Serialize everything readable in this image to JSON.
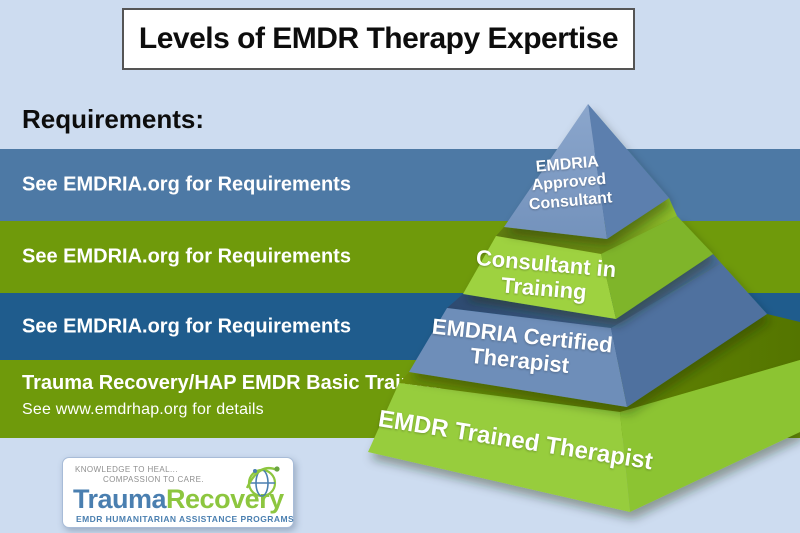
{
  "title": "Levels of EMDR Therapy Expertise",
  "requirements_heading": "Requirements:",
  "bars": [
    {
      "text": "See EMDRIA.org for Requirements",
      "color": "#4d79a5"
    },
    {
      "text": "See EMDRIA.org for Requirements",
      "color": "#6f9a0b"
    },
    {
      "text": "See EMDRIA.org for Requirements",
      "color": "#1f5c8d"
    },
    {
      "text": "Trauma Recovery/HAP EMDR Basic Training",
      "subtext": "See www.emdrhap.org for details",
      "color": "#6f9a0b"
    }
  ],
  "pyramid": {
    "levels": [
      {
        "name": "EMDRIA Approved Consultant",
        "lines": [
          "EMDRIA",
          "Approved",
          "Consultant"
        ],
        "front": "#7e9bc4",
        "side": "#5c7fae"
      },
      {
        "name": "Consultant in Training",
        "lines": [
          "Consultant in",
          "Training"
        ],
        "front": "#9ed23f",
        "side": "#7fb52a"
      },
      {
        "name": "EMDRIA Certified Therapist",
        "lines": [
          "EMDRIA Certified",
          "Therapist"
        ],
        "front": "#6e8eb9",
        "side": "#4f719f"
      },
      {
        "name": "EMDR Trained Therapist",
        "lines": [
          "EMDR Trained Therapist"
        ],
        "front": "#97cd3c",
        "side": "#8cc431"
      }
    ]
  },
  "logo": {
    "tagline_line1": "KNOWLEDGE TO HEAL...",
    "tagline_line2": "COMPASSION TO CARE.",
    "name_part1": "Trauma",
    "name_part2": "Recovery",
    "subtitle": "EMDR HUMANITARIAN ASSISTANCE PROGRAMS"
  },
  "colors": {
    "background": "#cddcf0",
    "bar_blue": "#4d79a5",
    "bar_green": "#6f9a0b",
    "bar_dark_blue": "#1f5c8d",
    "band_olive": "#5e7b10",
    "band_navy": "#2d4a70",
    "logo_blue": "#4a7fb0",
    "logo_green": "#8dc63f",
    "title_text": "#0d0d0d",
    "level_text": "#ffffff"
  }
}
